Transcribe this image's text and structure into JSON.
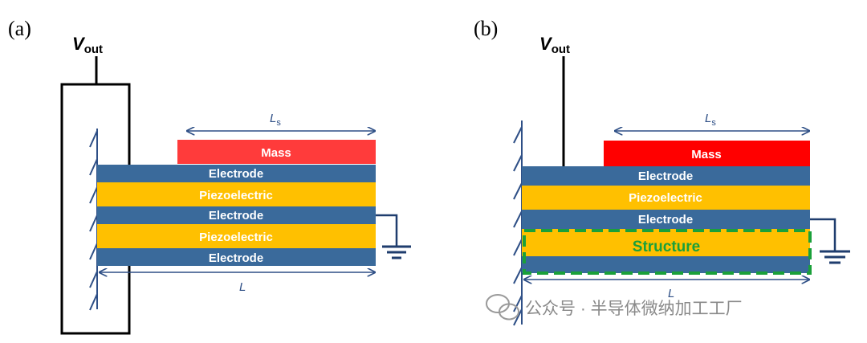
{
  "panel_a": {
    "tag": "(a)",
    "vout_main": "V",
    "vout_sub": "out",
    "mass": "Mass",
    "layers": [
      "Electrode",
      "Piezoelectric",
      "Electrode",
      "Piezoelectric",
      "Electrode"
    ],
    "ls_main": "L",
    "ls_sub": "s",
    "length": "L"
  },
  "panel_b": {
    "tag": "(b)",
    "vout_main": "V",
    "vout_sub": "out",
    "mass": "Mass",
    "layers": [
      "Electrode",
      "Piezoelectric",
      "Electrode"
    ],
    "structure": "Structure",
    "ls_main": "L",
    "ls_sub": "s",
    "length": "L"
  },
  "watermark": "公众号 · 半导体微纳加工工厂",
  "colors": {
    "electrode": "#3a6a9b",
    "piezoelectric": "#ffc000",
    "mass_a": "#ff3b3b",
    "mass_b": "#ff0000",
    "structure_border": "#1aa03a",
    "dimension": "#2e4f86",
    "ground": "#1f3d6e"
  }
}
